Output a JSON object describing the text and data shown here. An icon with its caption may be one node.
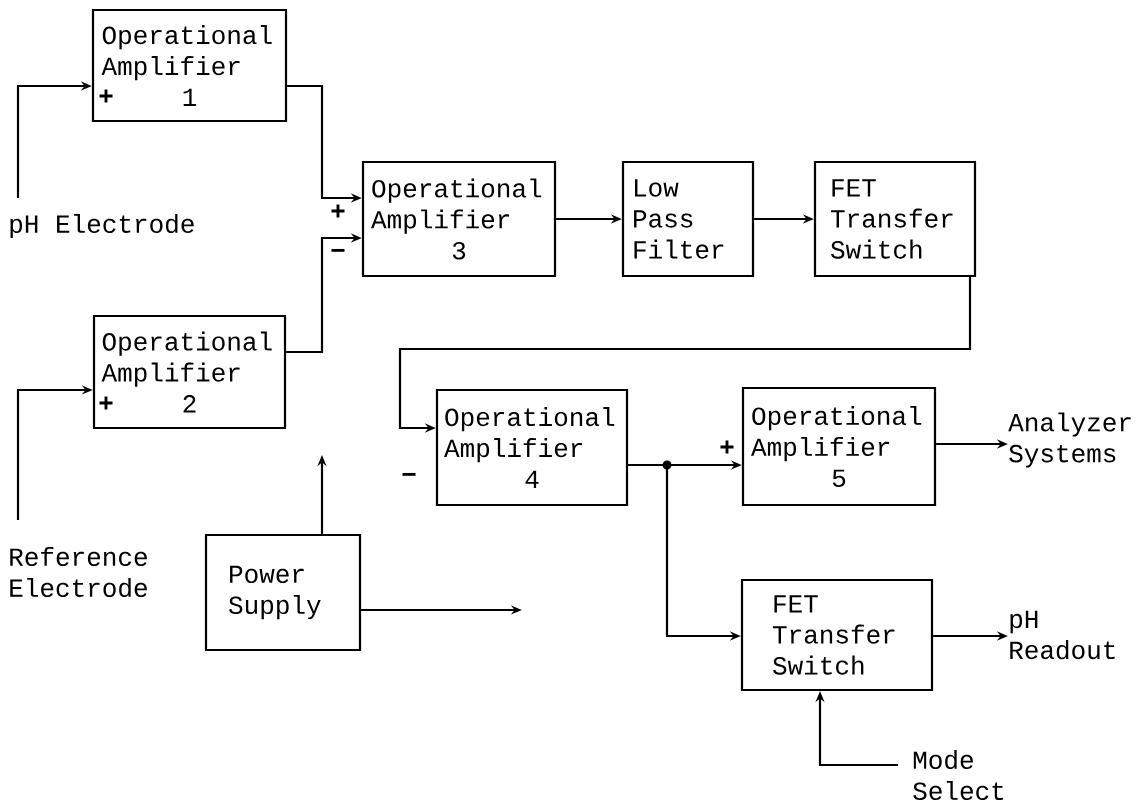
{
  "diagram": {
    "nodes": [
      {
        "text": [
          "Operational Amplifier",
          "1"
        ]
      },
      {
        "text": [
          "pH Electrode"
        ]
      },
      {
        "text": [
          "Operational Amplifier",
          "3"
        ]
      },
      {
        "text": [
          "Low Pass Filter"
        ]
      },
      {
        "text": [
          "FET Transfer Switch"
        ]
      },
      {
        "text": [
          "Operational Amplifier",
          "2"
        ]
      },
      {
        "text": [
          "Reference Electrode"
        ]
      },
      {
        "text": [
          "Operational Amplifier",
          "4"
        ]
      },
      {
        "text": [
          "Operational Amplifier",
          "5"
        ]
      },
      {
        "text": [
          "Analyzer Systems"
        ]
      },
      {
        "text": [
          "Power Supply"
        ]
      },
      {
        "text": [
          "FET Transfer Switch"
        ]
      },
      {
        "text": [
          "pH Readout"
        ]
      },
      {
        "text": [
          "Mode Select"
        ]
      }
    ],
    "edges": [
      {
        "from": 1,
        "to": 0,
        "arrow": "to"
      },
      {
        "from": 0,
        "to": 2,
        "arrow": "to"
      },
      {
        "from": 5,
        "to": 2,
        "arrow": "to"
      },
      {
        "from": 6,
        "to": 5,
        "arrow": "to"
      },
      {
        "from": 2,
        "to": 3,
        "arrow": "to"
      },
      {
        "from": 3,
        "to": 4,
        "arrow": "to"
      },
      {
        "from": 4,
        "to": 7,
        "arrow": "to"
      },
      {
        "from": 7,
        "to": 8,
        "arrow": "to"
      },
      {
        "from": 7,
        "to": 11,
        "arrow": "to"
      },
      {
        "from": 8,
        "to": 9,
        "arrow": "to"
      },
      {
        "from": 11,
        "to": 12,
        "arrow": "to"
      },
      {
        "from": 13,
        "to": 11,
        "arrow": "to"
      },
      {
        "from": 10,
        "to": null,
        "arrow": "to"
      },
      {
        "from": 10,
        "to": null,
        "arrow": "to"
      }
    ],
    "labels": [
      "+",
      "+",
      "−",
      "+",
      "+",
      "−"
    ]
  }
}
